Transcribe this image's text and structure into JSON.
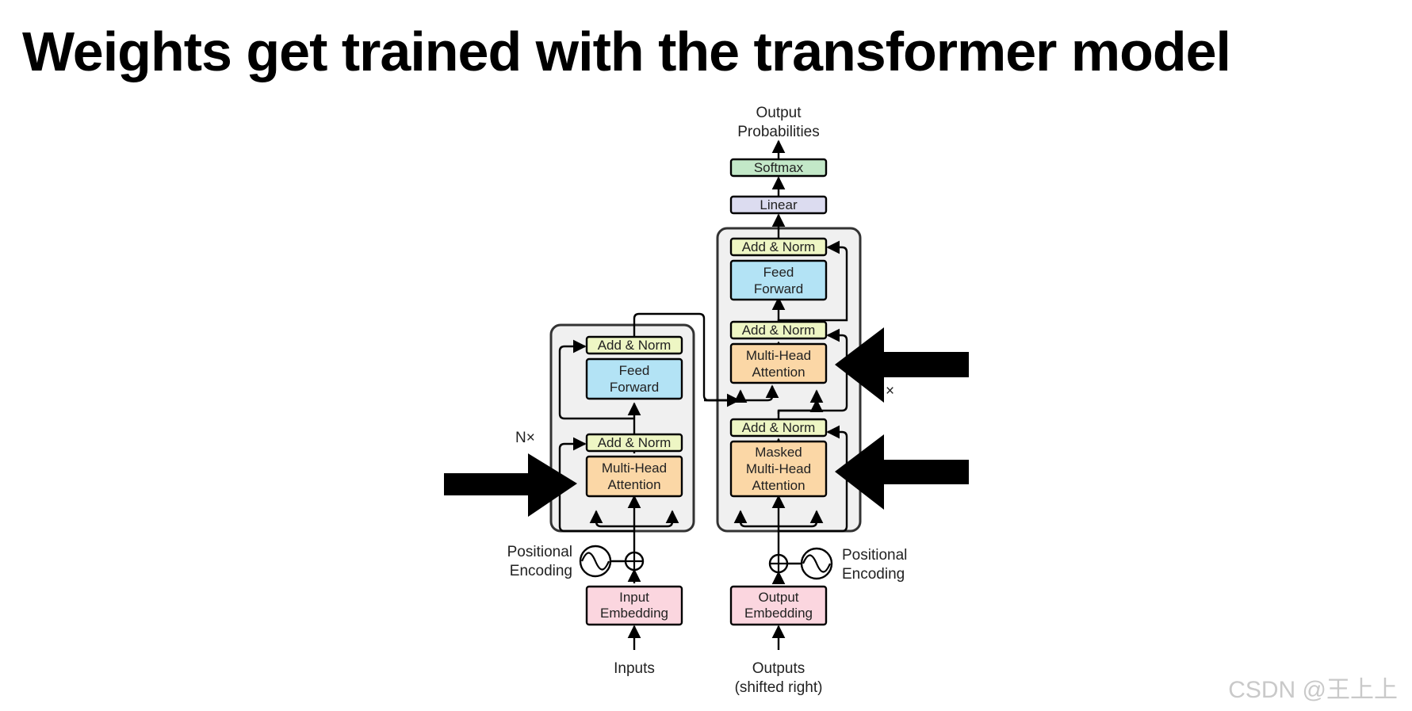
{
  "title": "Weights get trained with the transformer model",
  "watermark": "CSDN @王上上",
  "colors": {
    "add_norm": "#eef6c4",
    "feed_forward": "#b3e3f5",
    "attention": "#fbd7a6",
    "embedding": "#fbd6df",
    "linear": "#dcdcf0",
    "softmax": "#c3e8c8",
    "block_bg": "#f0f0f0",
    "arrow": "#000000"
  },
  "encoder": {
    "add_norm_top": "Add & Norm",
    "feed_forward": [
      "Feed",
      "Forward"
    ],
    "add_norm_bottom": "Add & Norm",
    "attention": [
      "Multi-Head",
      "Attention"
    ],
    "repeat_label": "N×",
    "positional_encoding": [
      "Positional",
      "Encoding"
    ],
    "embedding": [
      "Input",
      "Embedding"
    ],
    "input_label": "Inputs"
  },
  "decoder": {
    "output_label": [
      "Output",
      "Probabilities"
    ],
    "softmax": "Softmax",
    "linear": "Linear",
    "add_norm_top": "Add & Norm",
    "feed_forward": [
      "Feed",
      "Forward"
    ],
    "add_norm_mid": "Add & Norm",
    "cross_attention": [
      "Multi-Head",
      "Attention"
    ],
    "repeat_label": "×",
    "add_norm_bottom": "Add & Norm",
    "masked_attention": [
      "Masked",
      "Multi-Head",
      "Attention"
    ],
    "positional_encoding": [
      "Positional",
      "Encoding"
    ],
    "embedding": [
      "Output",
      "Embedding"
    ],
    "input_label": [
      "Outputs",
      "(shifted right)"
    ]
  }
}
